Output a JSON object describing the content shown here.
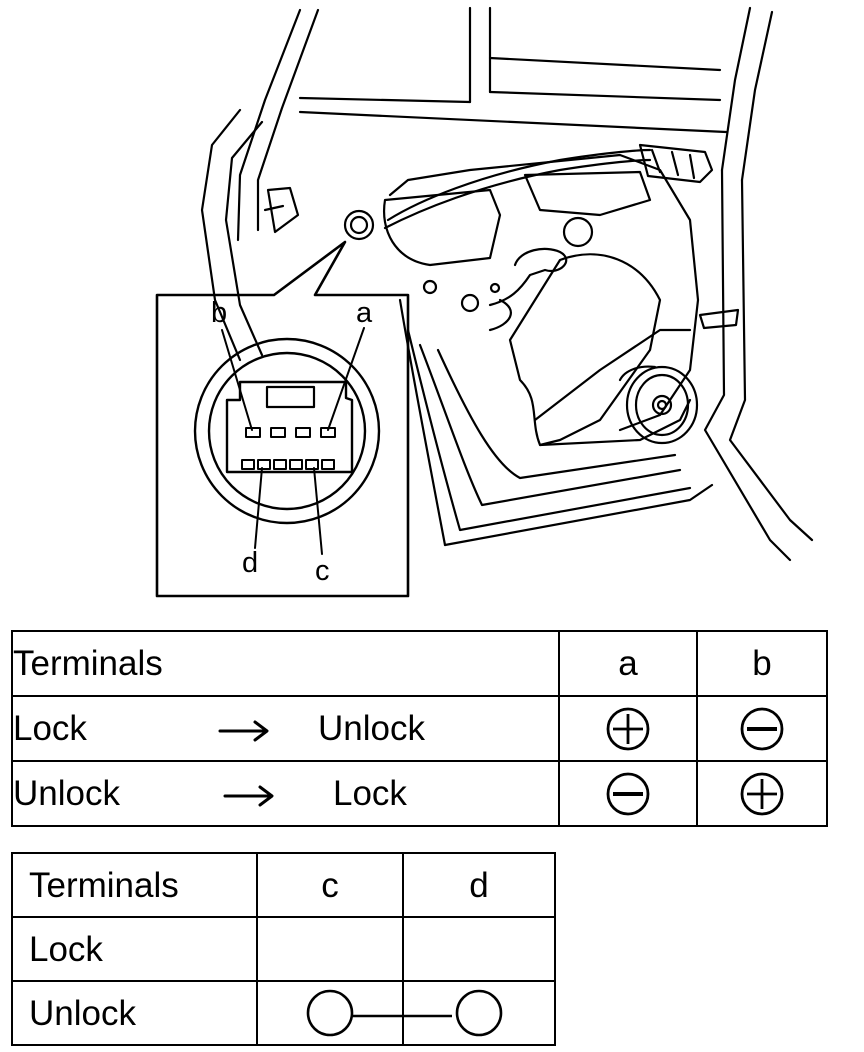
{
  "illustration": {
    "callouts": {
      "a": "a",
      "b": "b",
      "c": "c",
      "d": "d"
    }
  },
  "table_ab": {
    "header": {
      "label": "Terminals",
      "col_a": "a",
      "col_b": "b"
    },
    "rows": [
      {
        "from": "Lock",
        "to": "Unlock",
        "terminal_a": "positive-icon",
        "terminal_b": "negative-icon"
      },
      {
        "from": "Unlock",
        "to": "Lock",
        "terminal_a": "negative-icon",
        "terminal_b": "positive-icon"
      }
    ]
  },
  "table_cd": {
    "header": {
      "label": "Terminals",
      "col_c": "c",
      "col_d": "d"
    },
    "rows": [
      {
        "label": "Lock",
        "continuity": false
      },
      {
        "label": "Unlock",
        "continuity": true
      }
    ]
  }
}
